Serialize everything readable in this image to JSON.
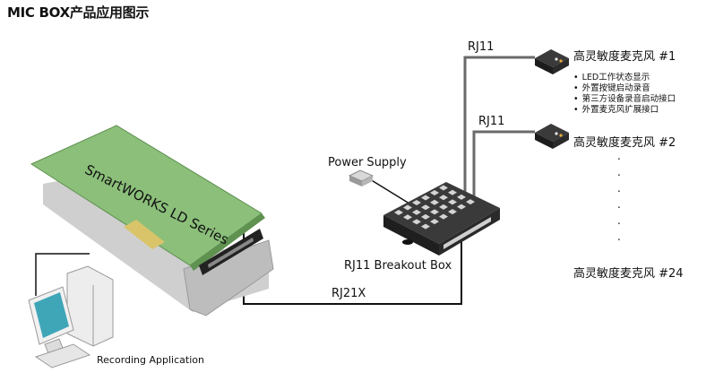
{
  "title": "MIC BOX产品应用图示",
  "labels": {
    "card": "SmartWORKS LD Series",
    "power_supply": "Power Supply",
    "breakout_box": "RJ11 Breakout Box",
    "rj21x": "RJ21X",
    "rj11_top": "RJ11",
    "rj11_mid": "RJ11",
    "recording_app": "Recording Application"
  },
  "mics": [
    {
      "label": "高灵敏度麦克风 #1"
    },
    {
      "label": "高灵敏度麦克风 #2"
    },
    {
      "label": "高灵敏度麦克风 #24"
    }
  ],
  "features": [
    "LED工作状态显示",
    "外置按键启动录音",
    "第三方设备录音启动接口",
    "外置麦克风扩展接口"
  ],
  "ellipsis_dots": [
    ".",
    ".",
    ".",
    ".",
    ".",
    "."
  ],
  "colors": {
    "card_green": "#8bbf7a",
    "card_green_dark": "#5f9150",
    "bracket_gray": "#b8b8b8",
    "box_dark": "#2b2b2b",
    "monitor_screen": "#3fa6b8",
    "cable_gray": "#6a6a6a",
    "cable_black": "#111111"
  }
}
